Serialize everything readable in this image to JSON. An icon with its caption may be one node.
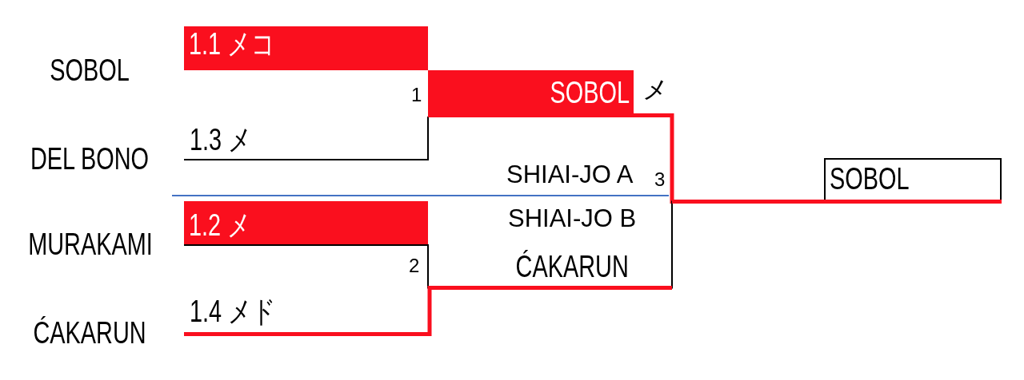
{
  "diagram": {
    "nodes": [
      {
        "text": [
          "1.1 メコ"
        ],
        "beside": [
          "SOBOL"
        ]
      },
      {
        "text": [
          "1.3 メ"
        ],
        "beside": [
          "DEL BONO"
        ]
      },
      {
        "text": [
          "1.2 メ"
        ],
        "beside": [
          "MURAKAMI"
        ]
      },
      {
        "text": [
          "1.4 メド"
        ],
        "beside": [
          "ĆAKARUN"
        ]
      },
      {
        "text": [
          "SOBOL"
        ],
        "beside": [
          "メ"
        ]
      },
      {
        "text": [
          "ĆAKARUN"
        ]
      },
      {
        "text": [
          "SOBOL"
        ]
      }
    ],
    "edges": [
      {
        "from": 1,
        "to": 4,
        "arrow": "none"
      },
      {
        "from": 2,
        "to": 5,
        "arrow": "none"
      },
      {
        "from": 3,
        "to": 5,
        "arrow": "none",
        "style": "thick",
        "color": "#fa0f1e"
      },
      {
        "from": 4,
        "to": 6,
        "arrow": "none",
        "style": "thick",
        "color": "#fa0f1e"
      },
      {
        "from": 5,
        "to": 6,
        "arrow": "none"
      }
    ],
    "labels": [
      "1",
      "SHIAI-JO A",
      "3",
      "SHIAI-JO B",
      "2"
    ]
  }
}
